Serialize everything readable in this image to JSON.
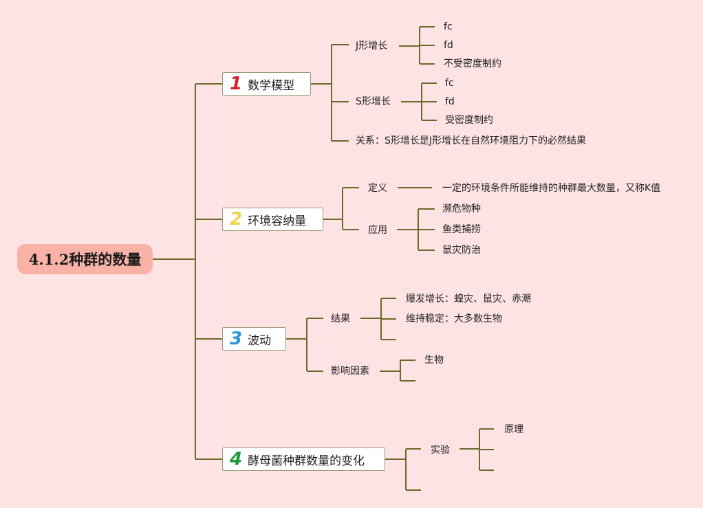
{
  "root": "4.1.2种群的数量",
  "b1": {
    "num": "1",
    "label": "数学模型",
    "color": "#d6202e",
    "j": {
      "label": "J形增长",
      "items": [
        "fc",
        "fd",
        "不受密度制约"
      ]
    },
    "s": {
      "label": "S形增长",
      "items": [
        "fc",
        "fd",
        "受密度制约"
      ]
    },
    "rel": "关系：S形增长是J形增长在自然环境阻力下的必然结果"
  },
  "b2": {
    "num": "2",
    "label": "环境容纳量",
    "color": "#f2d34b",
    "def": {
      "label": "定义",
      "text": "一定的环境条件所能维持的种群最大数量，又称K值"
    },
    "app": {
      "label": "应用",
      "items": [
        "濒危物种",
        "鱼类捕捞",
        "鼠灾防治"
      ]
    }
  },
  "b3": {
    "num": "3",
    "label": "波动",
    "color": "#2a9ad6",
    "res": {
      "label": "结果",
      "items": [
        "爆发增长：蝗灾、鼠灾、赤潮",
        "维持稳定：大多数生物"
      ]
    },
    "fac": {
      "label": "影响因素",
      "items": [
        "生物"
      ]
    }
  },
  "b4": {
    "num": "4",
    "label": "酵母菌种群数量的变化",
    "color": "#1e9a3a",
    "exp": {
      "label": "实验",
      "items": [
        "原理"
      ]
    }
  },
  "line_color": "#6b6a2a"
}
